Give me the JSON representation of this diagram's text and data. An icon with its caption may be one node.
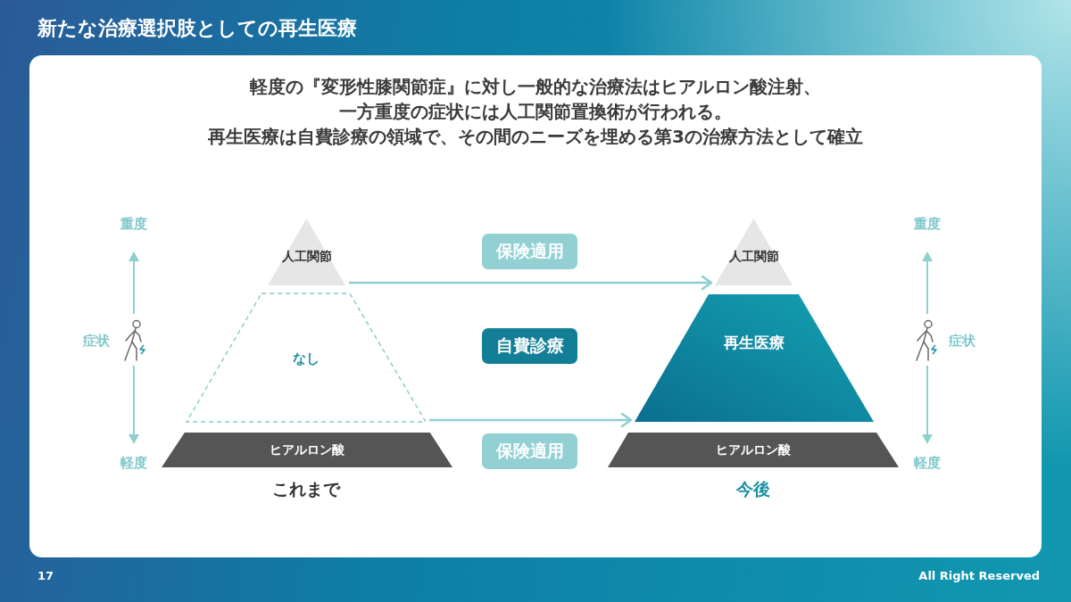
{
  "diagram": {
    "title": "新たな治療選択肢としての再生医療",
    "nodes": [
      {
        "text": [
          "人工関節"
        ]
      },
      {
        "text": [
          "なし"
        ]
      },
      {
        "text": [
          "ヒアルロン酸"
        ]
      },
      {
        "text": [
          "人工関節"
        ]
      },
      {
        "text": [
          "再生医療"
        ]
      },
      {
        "text": [
          "ヒアルロン酸"
        ]
      },
      {
        "text": [
          "保険適用"
        ]
      },
      {
        "text": [
          "自費診療"
        ]
      },
      {
        "text": [
          "保険適用"
        ]
      }
    ],
    "edges": [
      {
        "from": 0,
        "to": 3,
        "arrow": "to"
      },
      {
        "from": 1,
        "to": 4,
        "arrow": "to"
      }
    ],
    "labels": [
      "軽度の『変形性膝関節症』に対し一般的な治療法はヒアルロン酸注射、一方重度の症状には人工関節置換術が行われる。",
      "再生医療は自費診療の領域で、その間のニーズを埋める第3の治療方法として確立",
      "重度",
      "重度",
      "症状",
      "症状",
      "軽度",
      "軽度",
      "これまで",
      "今後",
      "17",
      "All Right Reserved"
    ]
  }
}
